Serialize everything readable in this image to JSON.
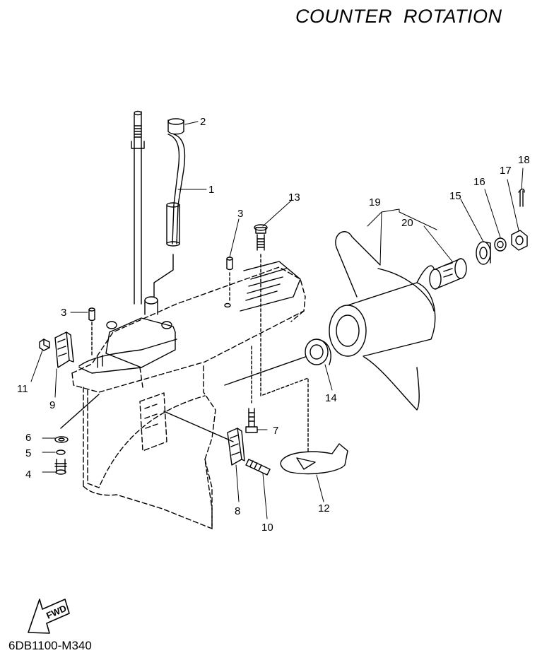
{
  "diagram": {
    "title": "COUNTER  ROTATION",
    "code": "6DB1100-M340",
    "fwd_label": "FWD",
    "callouts": [
      {
        "id": "c1",
        "label": "1"
      },
      {
        "id": "c2",
        "label": "2"
      },
      {
        "id": "c3a",
        "label": "3"
      },
      {
        "id": "c3b",
        "label": "3"
      },
      {
        "id": "c4",
        "label": "4"
      },
      {
        "id": "c5",
        "label": "5"
      },
      {
        "id": "c6",
        "label": "6"
      },
      {
        "id": "c7",
        "label": "7"
      },
      {
        "id": "c8",
        "label": "8"
      },
      {
        "id": "c9",
        "label": "9"
      },
      {
        "id": "c10",
        "label": "10"
      },
      {
        "id": "c11",
        "label": "11"
      },
      {
        "id": "c12",
        "label": "12"
      },
      {
        "id": "c13",
        "label": "13"
      },
      {
        "id": "c14",
        "label": "14"
      },
      {
        "id": "c15",
        "label": "15"
      },
      {
        "id": "c16",
        "label": "16"
      },
      {
        "id": "c17",
        "label": "17"
      },
      {
        "id": "c18",
        "label": "18"
      },
      {
        "id": "c19",
        "label": "19"
      },
      {
        "id": "c20",
        "label": "20"
      }
    ]
  }
}
